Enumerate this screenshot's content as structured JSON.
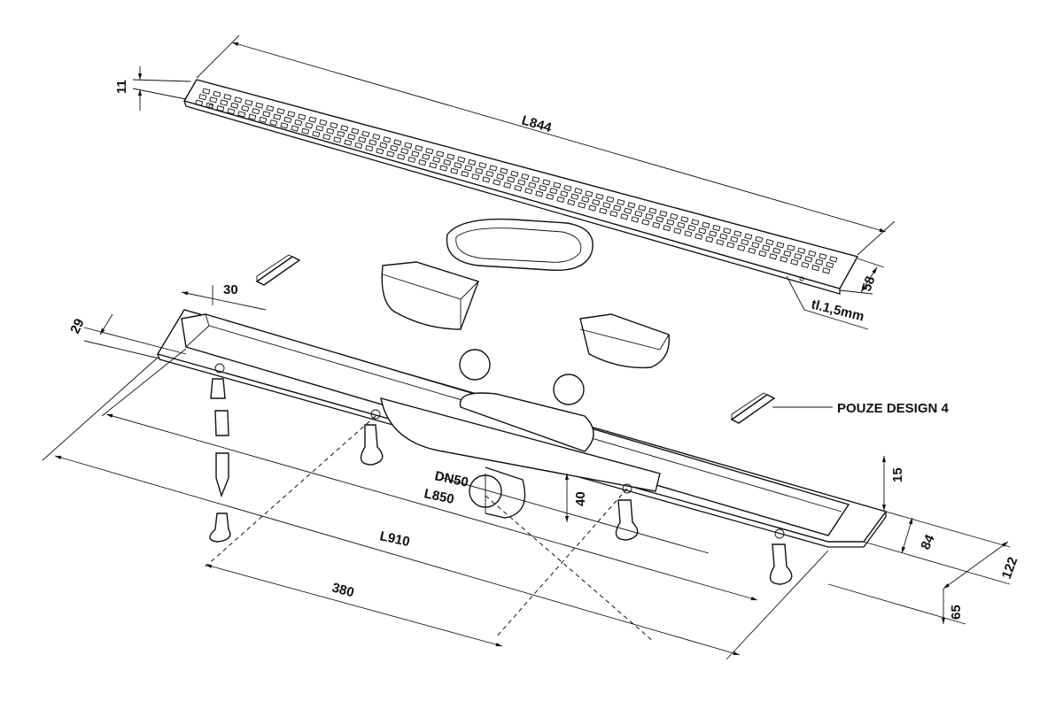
{
  "labels": {
    "grate_height": "11",
    "grate_length": "L844",
    "grate_width": "58",
    "grate_thickness": "tl.1,5mm",
    "design_note": "POUZE DESIGN 4",
    "flange_30": "30",
    "flange_29": "29",
    "outlet": "DN50",
    "channel_length": "L850",
    "outlet_height": "40",
    "total_length": "L910",
    "outlet_offset": "380",
    "rim_height": "15",
    "channel_width": "84",
    "total_width": "122",
    "min_height": "65"
  }
}
